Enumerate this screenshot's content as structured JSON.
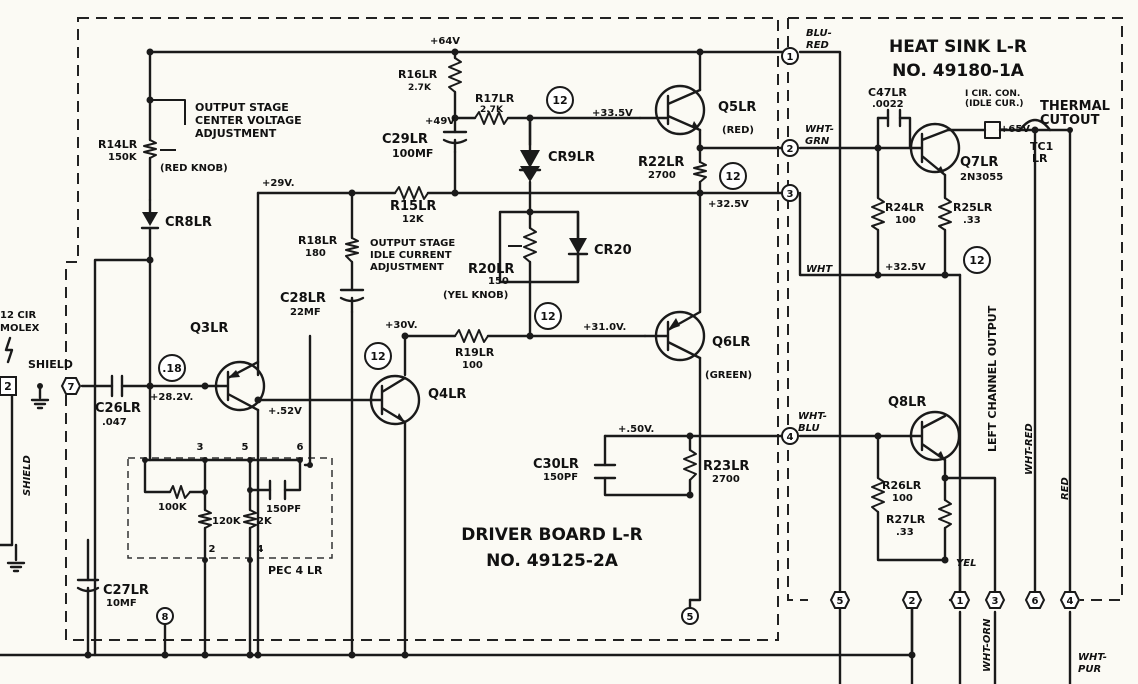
{
  "blocks": {
    "driver_board": [
      "DRIVER BOARD L-R",
      "NO. 49125-2A"
    ],
    "heat_sink": [
      "HEAT SINK L-R",
      "NO. 49180-1A"
    ]
  },
  "connector": {
    "a": "12 CIR",
    "b": "MOLEX"
  },
  "adjust_center": [
    "OUTPUT STAGE",
    "CENTER VOLTAGE",
    "ADJUSTMENT"
  ],
  "adjust_idle": [
    "OUTPUT STAGE",
    "IDLE CURRENT",
    "ADJUSTMENT"
  ],
  "idle_con": [
    "I CIR. CON.",
    "(IDLE CUR.)"
  ],
  "thermal": [
    "THERMAL",
    "CUTOUT"
  ],
  "left_output": "LEFT CHANNEL OUTPUT",
  "voltages": {
    "v64": "+64V",
    "v49": "+49V",
    "v335": "+33.5V",
    "v29": "+29V.",
    "v325a": "+32.5V",
    "v325b": "+32.5V",
    "v30": "+30V.",
    "v310": "+31.0V.",
    "v282": "+28.2V.",
    "v52": "+.52V",
    "v50": "+.50V.",
    "v65": "+65V"
  },
  "components": {
    "R16LR": [
      "R16LR",
      "2.7K"
    ],
    "R17LR": [
      "R17LR",
      "2.7K"
    ],
    "R14LR": [
      "R14LR",
      "150K"
    ],
    "red_knob": "(RED KNOB)",
    "CR8LR": "CR8LR",
    "C29LR": [
      "C29LR",
      "100MF"
    ],
    "CR9LR": "CR9LR",
    "R22LR": [
      "R22LR",
      "2700"
    ],
    "R15LR": [
      "R15LR",
      "12K"
    ],
    "R18LR": [
      "R18LR",
      "180"
    ],
    "R20LR": [
      "R20LR",
      "150"
    ],
    "yel_knob": "(YEL KNOB)",
    "CR20": "CR20",
    "C28LR": [
      "C28LR",
      "22MF"
    ],
    "R19LR": [
      "R19LR",
      "100"
    ],
    "Q3LR": "Q3LR",
    "Q4LR": "Q4LR",
    "Q5LR": "Q5LR",
    "q5_color": "(RED)",
    "Q6LR": "Q6LR",
    "q6_color": "(GREEN)",
    "C26LR": [
      "C26LR",
      ".047"
    ],
    "C30LR": [
      "C30LR",
      "150PF"
    ],
    "R23LR": [
      "R23LR",
      "2700"
    ],
    "C27LR": [
      "C27LR",
      "10MF"
    ],
    "PEC4LR": "PEC 4 LR",
    "r100k": "100K",
    "r120k": "120K",
    "r2k": "2K",
    "c150pf": "150PF",
    "C47LR": [
      "C47LR",
      ".0022"
    ],
    "Q7LR": [
      "Q7LR",
      "2N3055"
    ],
    "R24LR": [
      "R24LR",
      "100"
    ],
    "R25LR": [
      "R25LR",
      ".33"
    ],
    "TC1": [
      "TC1",
      "LR"
    ],
    "Q8LR": "Q8LR",
    "R26LR": [
      "R26LR",
      "100"
    ],
    "R27LR": [
      "R27LR",
      ".33"
    ]
  },
  "wires": {
    "blu_red": [
      "BLU-",
      "RED"
    ],
    "wht_grn": [
      "WHT-",
      "GRN"
    ],
    "wht": "WHT",
    "wht_blu": [
      "WHT-",
      "BLU"
    ],
    "wht_red": "WHT-RED",
    "red": "RED",
    "yel": "YEL",
    "wht_orn": "WHT-ORN",
    "wht_pur": [
      "WHT-",
      "PUR"
    ],
    "shield": "SHIELD"
  },
  "test_points": {
    "tp18": ".18",
    "tp12": "12"
  },
  "pins": {
    "p1": "1",
    "p2": "2",
    "p3": "3",
    "p4": "4",
    "p5": "5",
    "p6": "6",
    "p7": "7",
    "p8": "8",
    "c2": "2",
    "pec2": "2",
    "pec3": "3",
    "pec4": "4",
    "pec5": "5",
    "pec6": "6",
    "b5": "5",
    "b2": "2",
    "b1": "1",
    "b3": "3",
    "b6": "6",
    "b4": "4"
  }
}
